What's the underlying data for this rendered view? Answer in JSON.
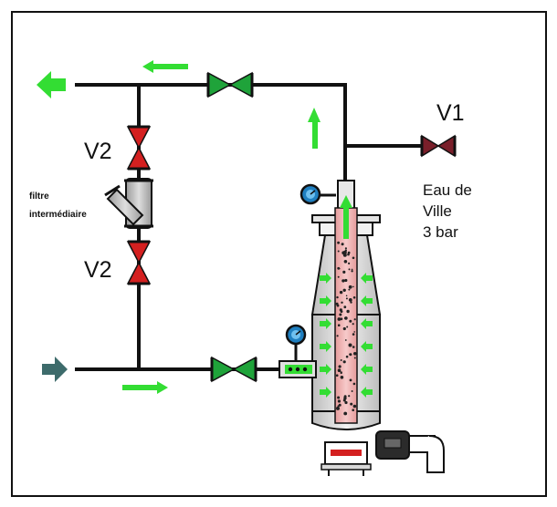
{
  "labels": {
    "v1": "V1",
    "v2_top": "V2",
    "v2_bottom": "V2",
    "filter_line1": "filtre",
    "filter_line2": "intermédiaire",
    "water_line1": "Eau de",
    "water_line2": "Ville",
    "water_line3": "3 bar"
  },
  "colors": {
    "pipe": "#111111",
    "valve_green": "#1fa33a",
    "valve_red": "#d42020",
    "valve_dark_red": "#7a1f2a",
    "flow_arrow": "#33dd33",
    "inlet_arrow": "#3d6b6b",
    "column_fill": "#f0b8b8",
    "vessel_grey": "#d8d8d8",
    "gauge_blue": "#1f7fc0"
  },
  "icons": {
    "gauge": "pressure-gauge-icon",
    "pump": "pump-icon",
    "valve": "butterfly-valve-icon"
  }
}
